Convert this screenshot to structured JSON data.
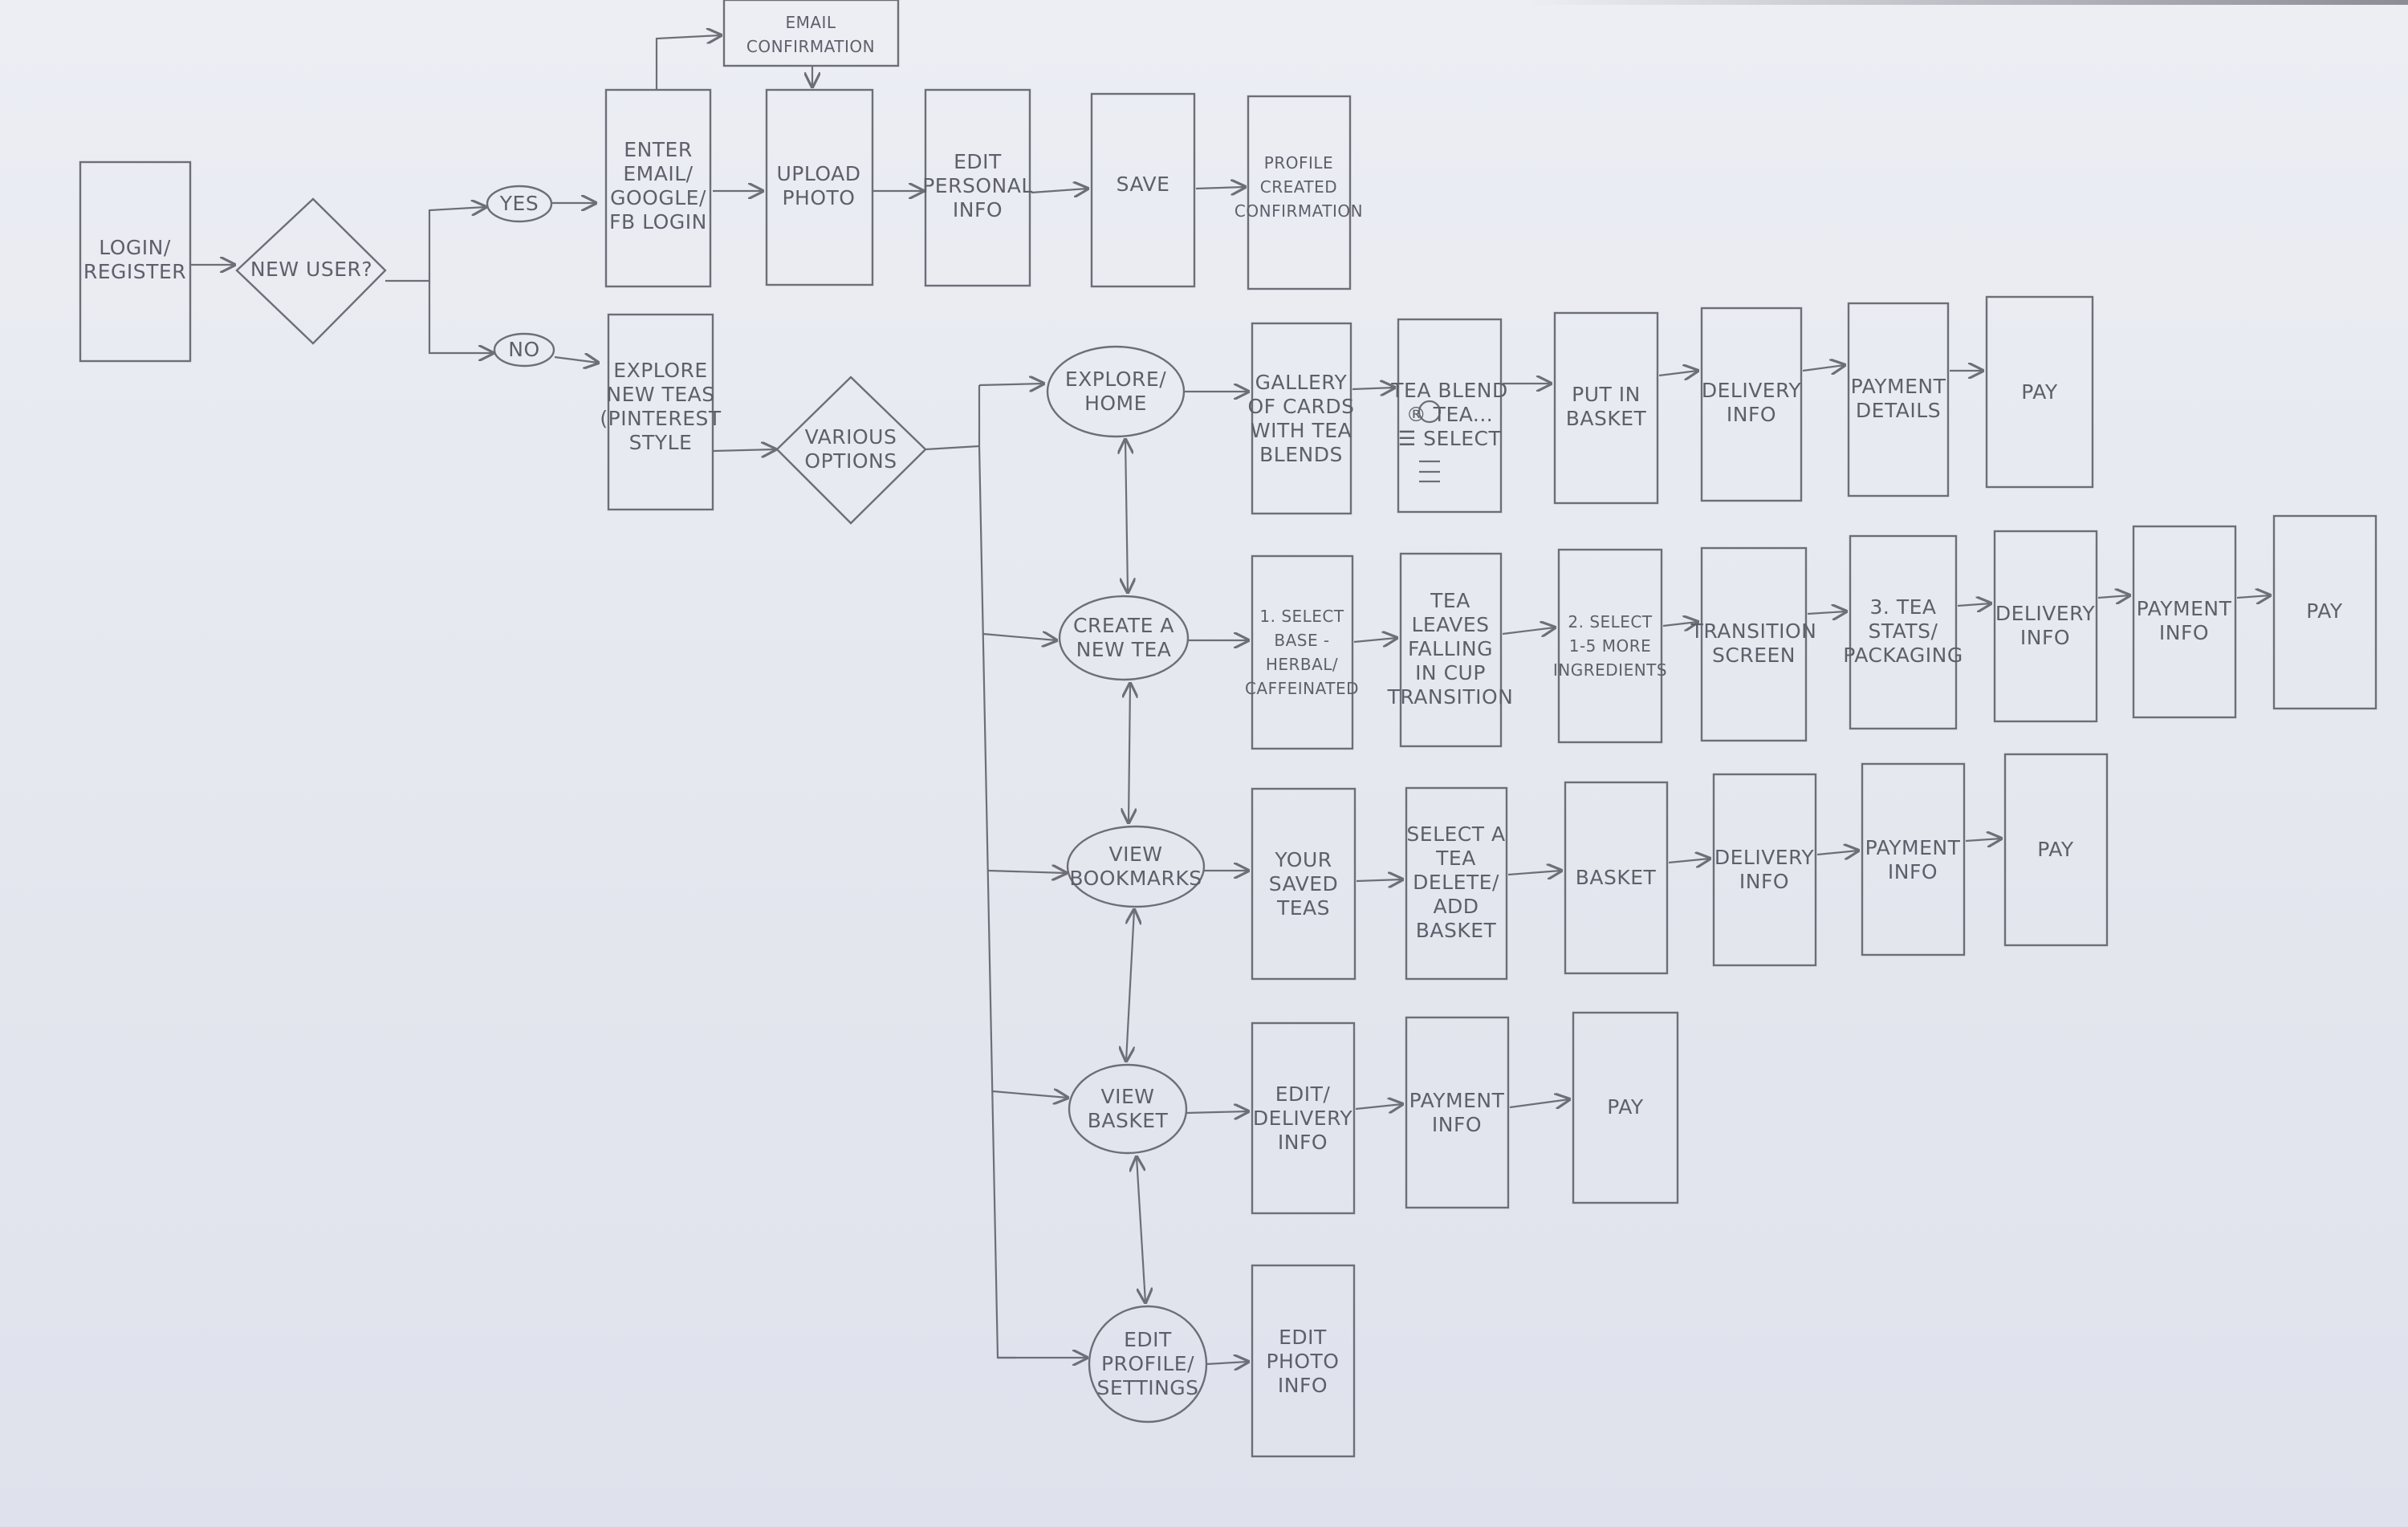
{
  "colors": {
    "paper": "#e6e7ef",
    "pencil": "#6d6e78",
    "text": "#5e5f6a"
  },
  "nodes": {
    "login": "LOGIN/ REGISTER",
    "new_user": "NEW USER?",
    "yes": "YES",
    "no": "NO",
    "email_confirmation": "EMAIL CONFIRMATION",
    "enter_email": "ENTER EMAIL/ GOOGLE/ FB LOGIN",
    "upload_photo": "UPLOAD PHOTO",
    "edit_personal": "EDIT PERSONAL INFO",
    "save": "SAVE",
    "profile_created": "PROFILE CREATED CONFIRMATION",
    "explore_new_teas": "EXPLORE NEW TEAS (PINTEREST STYLE",
    "various_options": "VARIOUS OPTIONS",
    "explore_home": "EXPLORE/ HOME",
    "create_new_tea": "CREATE A NEW TEA",
    "view_bookmarks": "VIEW BOOKMARKS",
    "view_basket": "VIEW BASKET",
    "edit_profile": "EDIT PROFILE/ SETTINGS",
    "explore_row": {
      "gallery": "GALLERY OF CARDS WITH TEA BLENDS",
      "tea_blend": "TEA BLEND ® TEA... ☰ SELECT",
      "put_in_basket": "PUT IN BASKET",
      "delivery": "DELIVERY INFO",
      "payment": "PAYMENT DETAILS",
      "pay": "PAY"
    },
    "create_row": {
      "select_base": "1. SELECT BASE - HERBAL/ CAFFEINATED",
      "tea_leaves": "TEA LEAVES FALLING IN CUP TRANSITION",
      "select_more": "2. SELECT 1-5 MORE INGREDIENTS",
      "transition": "TRANSITION SCREEN",
      "tea_stats": "3. TEA STATS/ PACKAGING",
      "delivery": "DELIVERY INFO",
      "payment": "PAYMENT INFO",
      "pay": "PAY"
    },
    "bookmarks_row": {
      "saved_teas": "YOUR SAVED TEAS",
      "select_tea": "SELECT A TEA DELETE/ ADD BASKET",
      "basket": "BASKET",
      "delivery": "DELIVERY INFO",
      "payment": "PAYMENT INFO",
      "pay": "PAY"
    },
    "basket_row": {
      "edit_delivery": "EDIT/ DELIVERY INFO",
      "payment": "PAYMENT INFO",
      "pay": "PAY"
    },
    "profile_row": {
      "edit_photo": "EDIT PHOTO INFO"
    }
  }
}
